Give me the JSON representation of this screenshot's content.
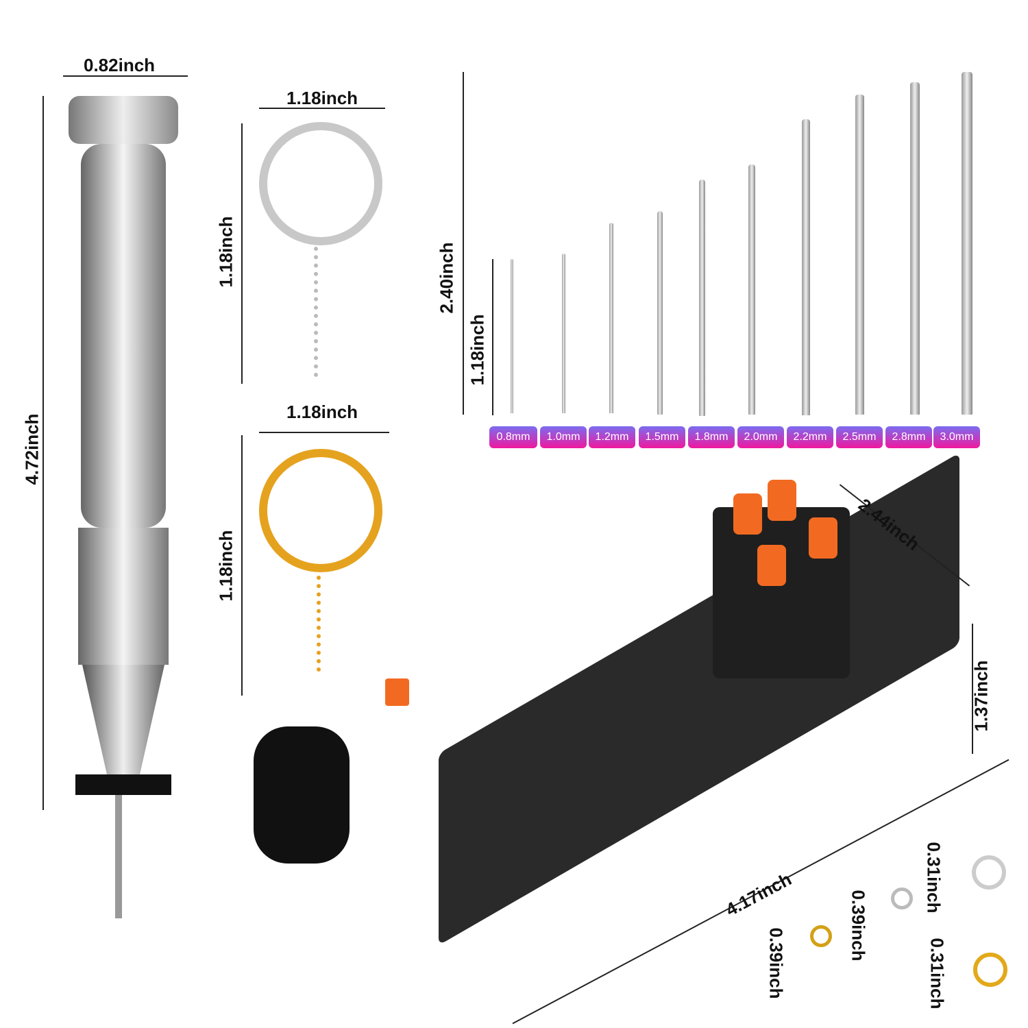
{
  "drill": {
    "width": "0.82inch",
    "length": "4.72inch"
  },
  "keyring_silver": {
    "width": "1.18inch",
    "height": "1.18inch"
  },
  "keyring_gold": {
    "width": "1.18inch",
    "height": "1.18inch"
  },
  "bits": {
    "total_length": "2.40inch",
    "short_length": "1.18inch",
    "sizes": [
      "0.8mm",
      "1.0mm",
      "1.2mm",
      "1.5mm",
      "1.8mm",
      "2.0mm",
      "2.2mm",
      "2.5mm",
      "2.8mm",
      "3.0mm"
    ],
    "tag_gradient": [
      "#7b6cf0",
      "#f0189e"
    ]
  },
  "vise": {
    "depth": "2.44inch",
    "height": "1.37inch",
    "length": "4.17inch",
    "accent": "#f26a21"
  },
  "small_parts": {
    "eye_gold": "0.39inch",
    "eye_silver": "0.39inch",
    "ring_silver": "0.31inch",
    "ring_gold": "0.31inch"
  }
}
